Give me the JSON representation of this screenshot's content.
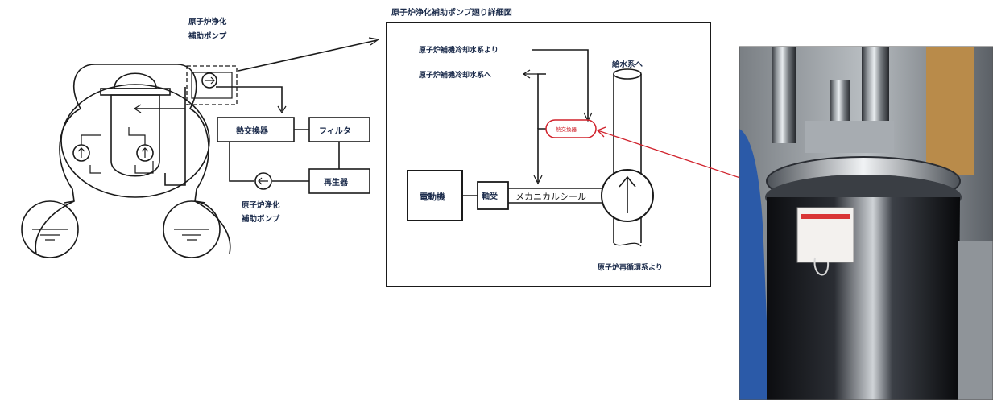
{
  "schematic": {
    "aux_pump_label_line1": "原子炉浄化",
    "aux_pump_label_line2": "補助ポンプ",
    "main_pump_label_line1": "原子炉浄化",
    "main_pump_label_line2": "補助ポンプ",
    "heat_exchanger": "熱交換器",
    "filter": "フィルタ",
    "regenerative": "再生器"
  },
  "detail": {
    "title": "原子炉浄化補助ポンプ廻り詳細図",
    "inlet_label": "原子炉補機冷却水系より",
    "outlet_label": "原子炉補機冷却水系へ",
    "feedwater_label": "給水系へ",
    "motor": "電動機",
    "bearing": "軸受",
    "mech_seal": "メカニカルシール",
    "from_recirc": "原子炉再循環系より",
    "cooler_tag": "熱交換器"
  },
  "colors": {
    "ink": "#1a1a1a",
    "label": "#1a2a4a",
    "highlight": "#d0202a"
  }
}
